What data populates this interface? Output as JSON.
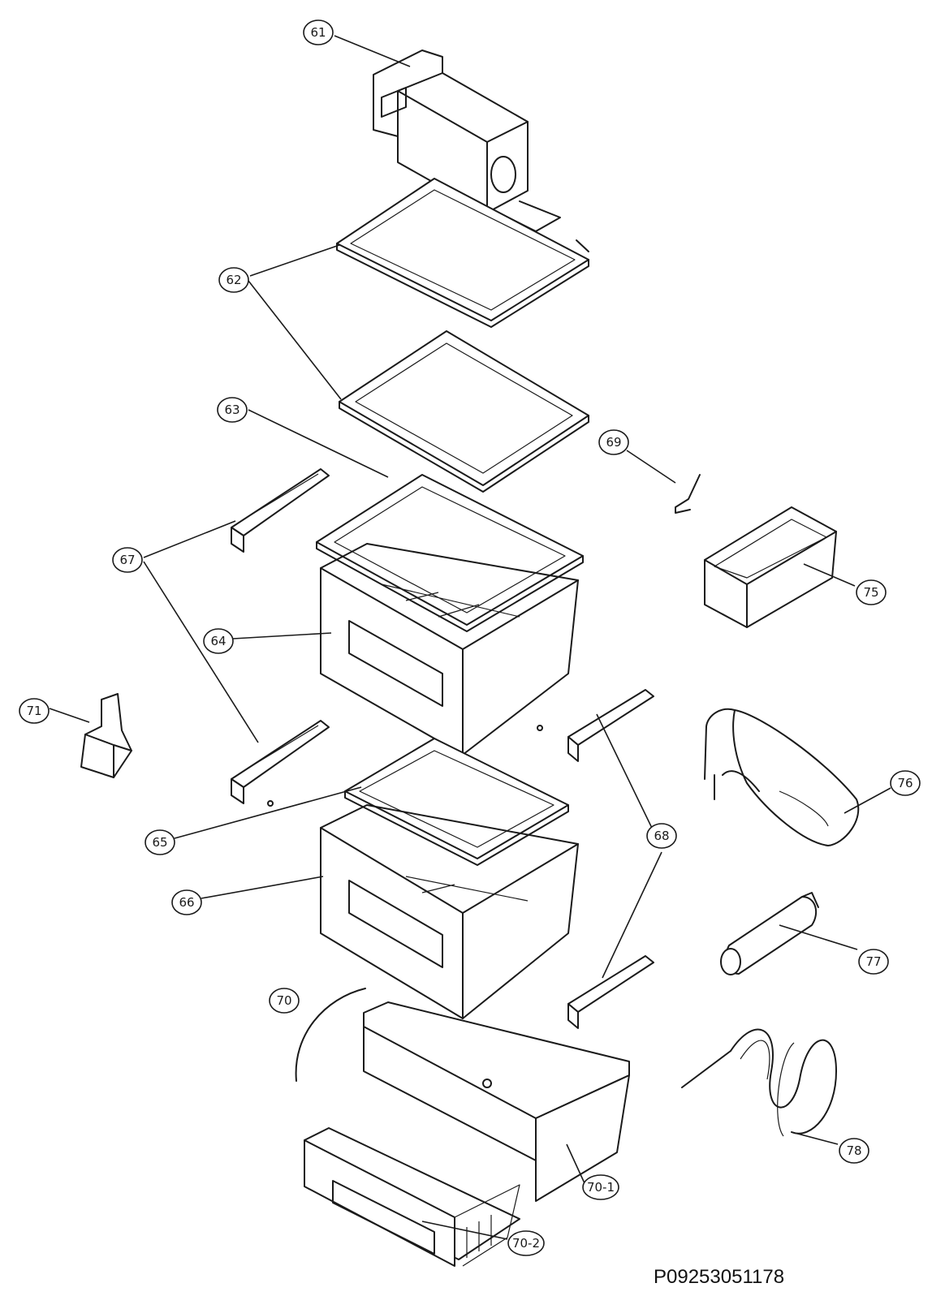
{
  "callouts": [
    {
      "label": "61"
    },
    {
      "label": "62"
    },
    {
      "label": "63"
    },
    {
      "label": "64"
    },
    {
      "label": "65"
    },
    {
      "label": "66"
    },
    {
      "label": "67"
    },
    {
      "label": "68"
    },
    {
      "label": "69"
    },
    {
      "label": "70"
    },
    {
      "label": "70-1"
    },
    {
      "label": "70-2"
    },
    {
      "label": "71"
    },
    {
      "label": "75"
    },
    {
      "label": "76"
    },
    {
      "label": "77"
    },
    {
      "label": "78"
    }
  ],
  "document_code": "P09253051178"
}
